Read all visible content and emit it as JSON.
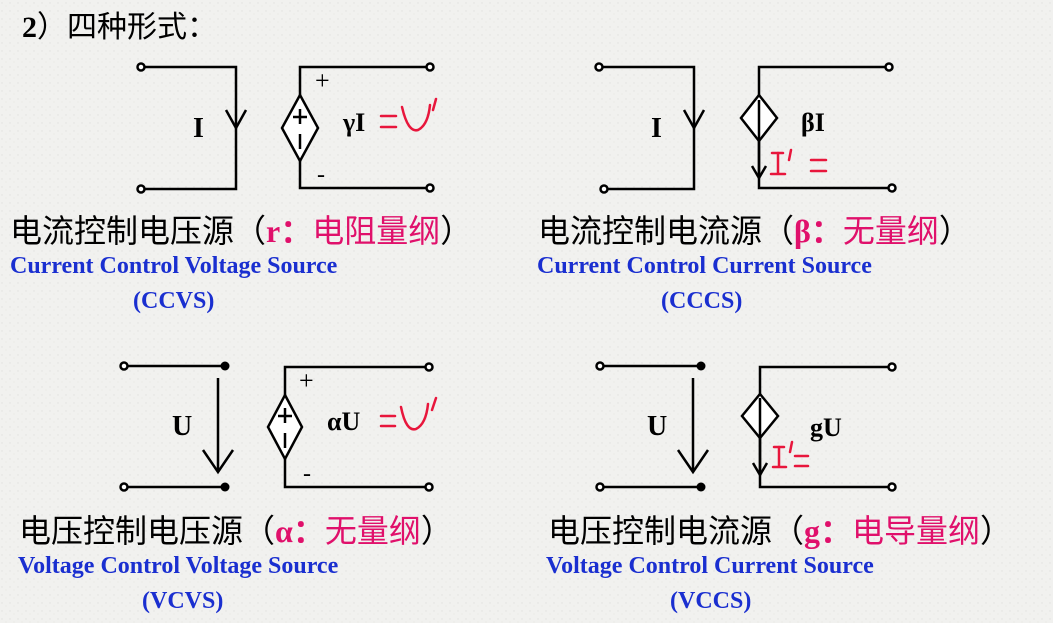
{
  "heading": {
    "num": "2",
    "rest": "）四种形式："
  },
  "ccvs": {
    "control": "I",
    "source_label": "γI",
    "plus": "+",
    "minus": "-",
    "cn_main": "电流控制电压源（",
    "cn_param": "r：",
    "cn_unit": "电阻量纲",
    "cn_close": "）",
    "en": "Current Control Voltage Source",
    "abbr": "(CCVS)"
  },
  "cccs": {
    "control": "I",
    "source_label": "βI",
    "cn_main": "电流控制电流源（",
    "cn_param": "β：",
    "cn_unit": "无量纲",
    "cn_close": "）",
    "en": "Current Control Current Source",
    "abbr": "(CCCS)"
  },
  "vcvs": {
    "control": "U",
    "source_label": "αU",
    "plus": "+",
    "minus": "-",
    "cn_main": "电压控制电压源（",
    "cn_param": "α：",
    "cn_unit": "无量纲",
    "cn_close": "）",
    "en": "Voltage Control Voltage Source",
    "abbr": "(VCVS)"
  },
  "vccs": {
    "control": "U",
    "source_label": "gU",
    "cn_main": "电压控制电流源（",
    "cn_param": "g：",
    "cn_unit": "电导量纲",
    "cn_close": "）",
    "en": "Voltage Control Current Source",
    "abbr": "(VCCS)"
  },
  "annotations": {
    "ccvs_hand": "=U′",
    "cccs_hand": "I′=",
    "vcvs_hand": "=U′",
    "vccs_hand": "I′="
  },
  "colors": {
    "english": "#1a2fd0",
    "highlight": "#e0106b",
    "handwriting": "#e8163c",
    "wire": "#000000"
  }
}
